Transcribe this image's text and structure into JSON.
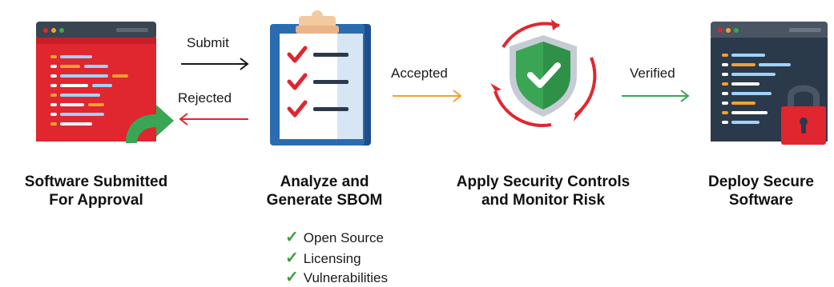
{
  "steps": [
    {
      "title_line1": "Software Submitted",
      "title_line2": "For Approval",
      "icon": "code-window-submit-icon"
    },
    {
      "title_line1": "Analyze and",
      "title_line2": "Generate SBOM",
      "icon": "clipboard-checklist-icon"
    },
    {
      "title_line1": "Apply Security Controls",
      "title_line2": "and Monitor Risk",
      "icon": "shield-check-cycle-icon"
    },
    {
      "title_line1": "Deploy Secure",
      "title_line2": "Software",
      "icon": "code-window-lock-icon"
    }
  ],
  "arrows": {
    "submit": "Submit",
    "rejected": "Rejected",
    "accepted": "Accepted",
    "verified": "Verified"
  },
  "sbom_checks": [
    "Open Source",
    "Licensing",
    "Vulnerabilities"
  ],
  "colors": {
    "red": "#e0262f",
    "green": "#3aa655",
    "orange": "#f2a033",
    "navy": "#2b3a4a",
    "clipboard_blue": "#1f4e8c"
  }
}
